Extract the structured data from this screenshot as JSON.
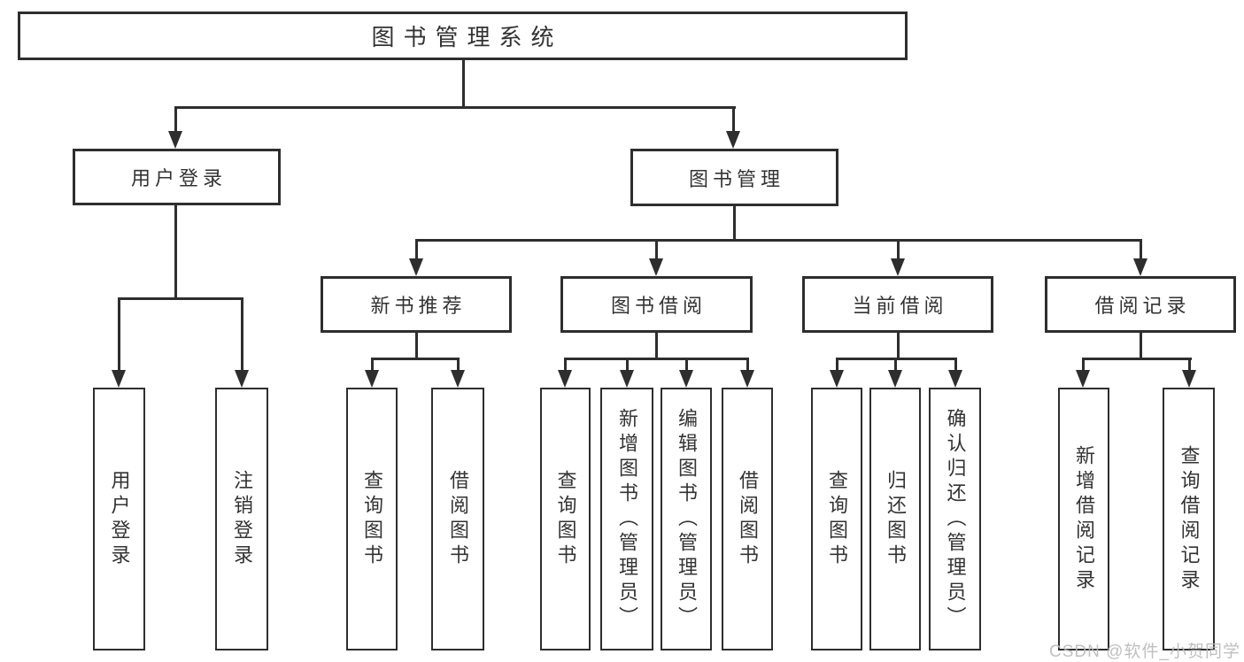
{
  "diagram": {
    "root": {
      "label": "图书管理系统"
    },
    "branches": [
      {
        "label": "用户登录"
      },
      {
        "label": "图书管理"
      }
    ],
    "user_login_children": [
      {
        "label": "用户登录"
      },
      {
        "label": "注销登录"
      }
    ],
    "sections": [
      {
        "label": "新书推荐",
        "children": [
          {
            "label": "查询图书"
          },
          {
            "label": "借阅图书"
          }
        ]
      },
      {
        "label": "图书借阅",
        "children": [
          {
            "label": "查询图书"
          },
          {
            "label": "新增图书（管理员）"
          },
          {
            "label": "编辑图书（管理员）"
          },
          {
            "label": "借阅图书"
          }
        ]
      },
      {
        "label": "当前借阅",
        "children": [
          {
            "label": "查询图书"
          },
          {
            "label": "归还图书"
          },
          {
            "label": "确认归还（管理员）"
          }
        ]
      },
      {
        "label": "借阅记录",
        "children": [
          {
            "label": "新增借阅记录"
          },
          {
            "label": "查询借阅记录"
          }
        ]
      }
    ]
  },
  "watermark": {
    "text": "CSDN @软件_小贺同学"
  },
  "colors": {
    "line": "#2e2e2e",
    "box_border": "#2e2e2e",
    "box_fill": "#ffffff",
    "text": "#333333",
    "watermark": "#b9b9b9",
    "background": "#ffffff"
  }
}
